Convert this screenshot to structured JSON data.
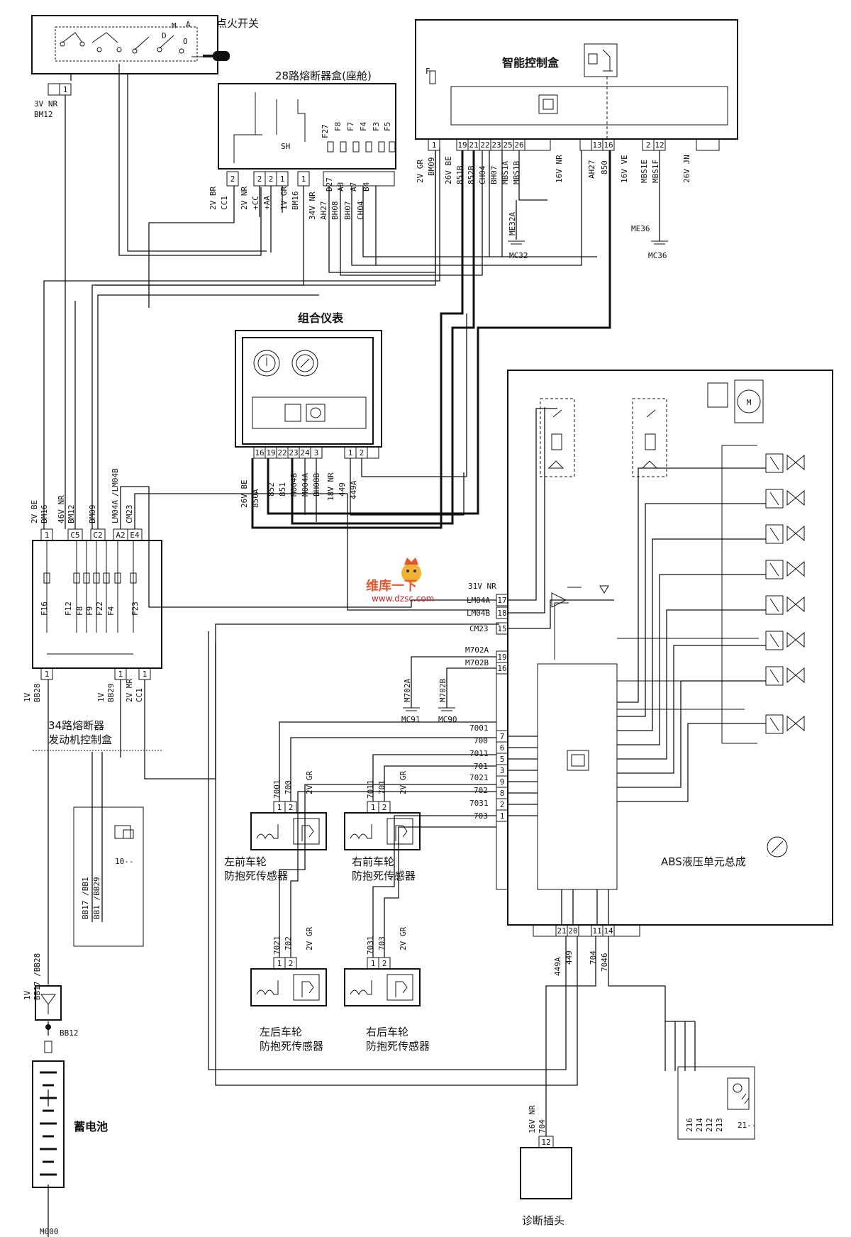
{
  "titles": {
    "ignition_switch": "点火开关",
    "fuse_box_28": "28路熔断器盒(座舱)",
    "smart_box": "智能控制盒",
    "instrument_cluster": "组合仪表",
    "fuse_box_34_line1": "34路熔断器",
    "fuse_box_34_line2": "发动机控制盒",
    "abs_unit": "ABS液压单元总成",
    "battery": "蓄电池",
    "diag_socket": "诊断插头",
    "sensor_fl_1": "左前车轮",
    "sensor_fl_2": "防抱死传感器",
    "sensor_fr_1": "右前车轮",
    "sensor_fr_2": "防抱死传感器",
    "sensor_rl_1": "左后车轮",
    "sensor_rl_2": "防抱死传感器",
    "sensor_rr_1": "右后车轮",
    "sensor_rr_2": "防抱死传感器"
  },
  "ignition": {
    "letters": [
      "M",
      "A",
      "D",
      "O"
    ],
    "connector": "3V NR",
    "ref": "BM12",
    "pin": "1"
  },
  "fuse28": {
    "fuses": [
      "F27",
      "F8",
      "F7",
      "F4",
      "F3",
      "F5"
    ],
    "sh": "SH",
    "pins": [
      "2",
      "2",
      "2",
      "1",
      "1"
    ],
    "wire_labels": [
      "2V BR",
      "CC1",
      "2V NR",
      "+CC",
      "+AA",
      "1V GR",
      "BM16",
      "34V NR",
      "AH27",
      "D27",
      "BH08",
      "A8",
      "BH07",
      "A7",
      "CH04",
      "B4"
    ]
  },
  "smart": {
    "fuse": "F",
    "pins": [
      "1",
      "19",
      "21",
      "22",
      "23",
      "25",
      "26",
      "13",
      "16",
      "2",
      "12"
    ],
    "wire_labels": [
      "2V GR",
      "BM09",
      "26V BE",
      "851B",
      "852B",
      "CH04",
      "BH07",
      "MBS1A",
      "MBS1B",
      "16V NR",
      "AH27",
      "850",
      "16V VE",
      "MBS1E",
      "MBS1F",
      "26V JN"
    ],
    "grounds": [
      {
        "wire": "ME32A",
        "name": "MC32"
      },
      {
        "wire": "ME36",
        "name": "MC36"
      }
    ]
  },
  "cluster": {
    "pins": [
      "16",
      "19",
      "22",
      "23",
      "24",
      "3",
      "1",
      "2"
    ],
    "wire_labels": [
      "26V BE",
      "850A",
      "852",
      "851",
      "M004B",
      "M004A",
      "BH08B",
      "18V NR",
      "449",
      "449A"
    ]
  },
  "fuse34": {
    "top_pins": [
      "1",
      "C5",
      "C2",
      "A2",
      "E4"
    ],
    "top_labels": [
      "2V BE",
      "BM16",
      "46V NR",
      "BM12",
      "BM09",
      "LM04A",
      "/LM04B",
      "CM23"
    ],
    "fuses": [
      "F16",
      "F12",
      "F8",
      "F9",
      "F22",
      "F4",
      "F23"
    ],
    "bottom_pins": [
      "1",
      "1",
      "1"
    ],
    "bottom_labels": [
      "1V",
      "BB28",
      "1V",
      "BB29",
      "2V MR",
      "CC1"
    ]
  },
  "relay_box": {
    "labels": [
      "BB17 /BB1",
      "BB1 /BB29"
    ],
    "ref": "10--"
  },
  "battery": {
    "fuse_label_1": "1V",
    "fuse_label_2": "BB17 /BB28",
    "ref": "BB12",
    "ground": "M000"
  },
  "abs": {
    "side_pins": [
      {
        "pin": "17",
        "label": "LM04A"
      },
      {
        "pin": "18",
        "label": "LM04B"
      },
      {
        "pin": "15",
        "label": "CM23"
      },
      {
        "pin": "19",
        "label": "M702A"
      },
      {
        "pin": "16",
        "label": "M702B"
      },
      {
        "pin": "7",
        "label": "7001"
      },
      {
        "pin": "6",
        "label": "700"
      },
      {
        "pin": "5",
        "label": "7011"
      },
      {
        "pin": "3",
        "label": "701"
      },
      {
        "pin": "9",
        "label": "7021"
      },
      {
        "pin": "8",
        "label": "702"
      },
      {
        "pin": "2",
        "label": "7031"
      },
      {
        "pin": "1",
        "label": "703"
      }
    ],
    "connector": "31V NR",
    "grounds": [
      {
        "wire": "M702A",
        "name": "MC91"
      },
      {
        "wire": "M702B",
        "name": "MC90"
      }
    ],
    "bottom_pins": [
      "21",
      "20",
      "11",
      "14"
    ],
    "bottom_labels": [
      "449A",
      "449",
      "704",
      "7046"
    ]
  },
  "sensors": [
    {
      "wires": [
        "7001",
        "700"
      ],
      "conn": "2V GR",
      "pins": [
        "1",
        "2"
      ]
    },
    {
      "wires": [
        "7011",
        "701"
      ],
      "conn": "2V GR",
      "pins": [
        "1",
        "2"
      ]
    },
    {
      "wires": [
        "7021",
        "702"
      ],
      "conn": "2V GR",
      "pins": [
        "1",
        "2"
      ]
    },
    {
      "wires": [
        "7031",
        "703"
      ],
      "conn": "2V GR",
      "pins": [
        "1",
        "2"
      ]
    }
  ],
  "diag": {
    "conn": "16V NR",
    "wire": "704",
    "pin": "12"
  },
  "warn_module": {
    "labels": [
      "216",
      "214",
      "212",
      "213"
    ],
    "ref": "21--"
  },
  "watermark": {
    "line1": "维库一下",
    "line2": "www.dzsc.com"
  }
}
